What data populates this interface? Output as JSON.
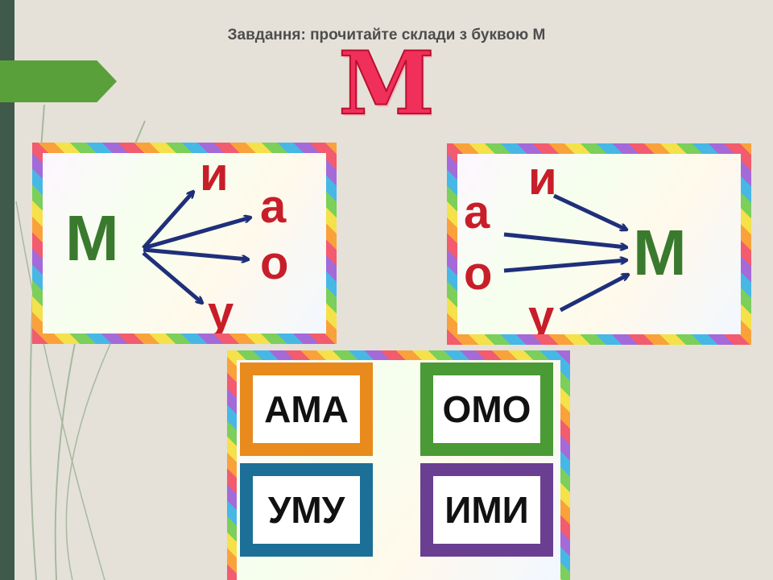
{
  "title": "Завдання: прочитайте склади з буквою М",
  "big_letter": "М",
  "colors": {
    "accent_green": "#5aa03a",
    "letter_pink": "#f0305a",
    "consonant_green": "#3a7a2e",
    "vowel_red": "#c81e2a",
    "arrow_navy": "#1f2f7a"
  },
  "diagram_left": {
    "consonant": "М",
    "vowels": [
      "и",
      "а",
      "о",
      "у"
    ]
  },
  "diagram_right": {
    "consonant": "М",
    "vowels": [
      "и",
      "а",
      "о",
      "у"
    ]
  },
  "syllables": [
    {
      "text": "АМА",
      "color": "#e88a1c"
    },
    {
      "text": "ОМО",
      "color": "#4a9a35"
    },
    {
      "text": "УМУ",
      "color": "#1c6f96"
    },
    {
      "text": "ИМИ",
      "color": "#6a3f92"
    }
  ]
}
